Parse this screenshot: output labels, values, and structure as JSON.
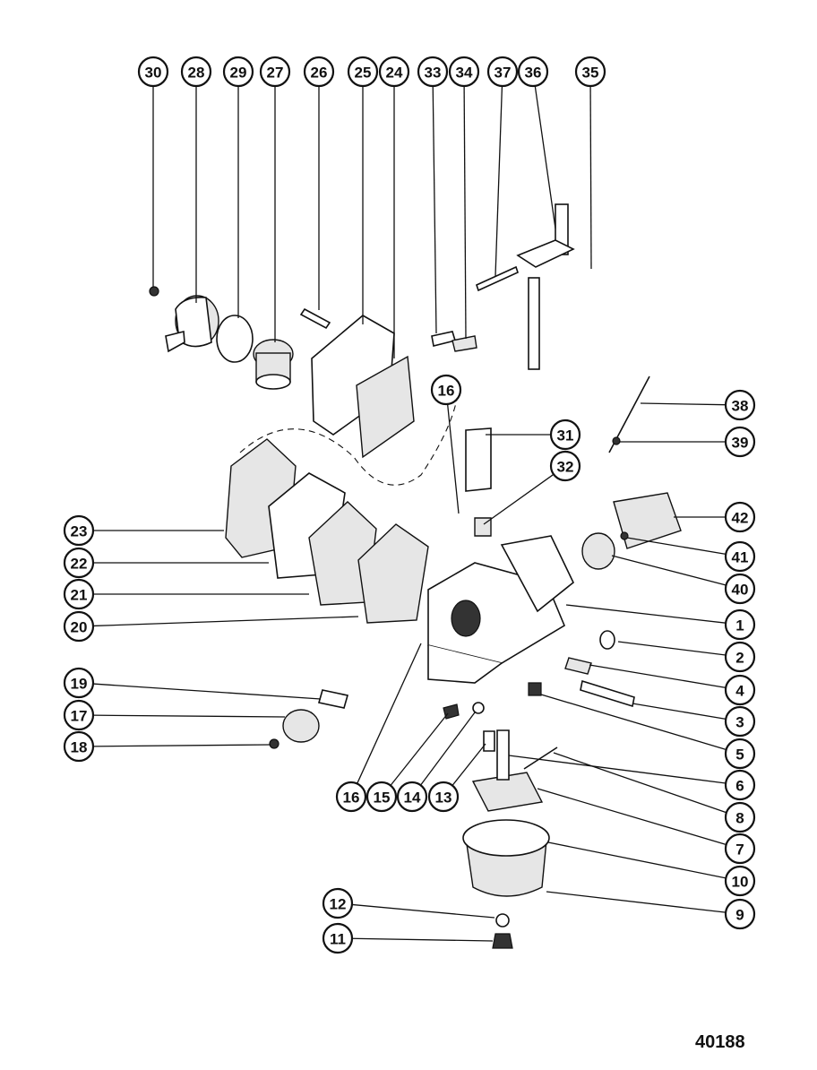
{
  "figure_number": "40188",
  "callouts": [
    {
      "label": "30"
    },
    {
      "label": "28"
    },
    {
      "label": "29"
    },
    {
      "label": "27"
    },
    {
      "label": "26"
    },
    {
      "label": "25"
    },
    {
      "label": "24"
    },
    {
      "label": "33"
    },
    {
      "label": "34"
    },
    {
      "label": "37"
    },
    {
      "label": "36"
    },
    {
      "label": "35"
    },
    {
      "label": "16"
    },
    {
      "label": "31"
    },
    {
      "label": "32"
    },
    {
      "label": "38"
    },
    {
      "label": "39"
    },
    {
      "label": "42"
    },
    {
      "label": "41"
    },
    {
      "label": "40"
    },
    {
      "label": "1"
    },
    {
      "label": "2"
    },
    {
      "label": "4"
    },
    {
      "label": "3"
    },
    {
      "label": "5"
    },
    {
      "label": "6"
    },
    {
      "label": "8"
    },
    {
      "label": "7"
    },
    {
      "label": "10"
    },
    {
      "label": "9"
    },
    {
      "label": "23"
    },
    {
      "label": "22"
    },
    {
      "label": "21"
    },
    {
      "label": "20"
    },
    {
      "label": "19"
    },
    {
      "label": "17"
    },
    {
      "label": "18"
    },
    {
      "label": "16"
    },
    {
      "label": "15"
    },
    {
      "label": "14"
    },
    {
      "label": "13"
    },
    {
      "label": "12"
    },
    {
      "label": "11"
    }
  ]
}
